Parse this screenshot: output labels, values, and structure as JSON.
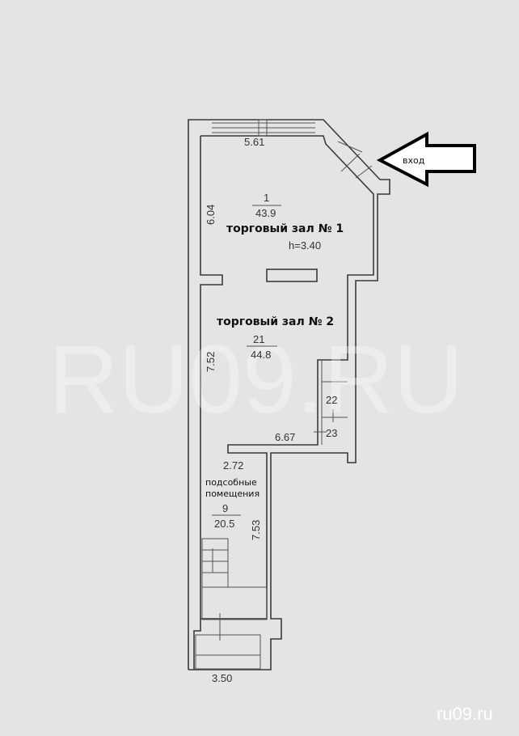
{
  "plan": {
    "entrance_label": "вход",
    "ceiling_height": "h=3.40",
    "rooms": [
      {
        "number": "1",
        "area": "43.9",
        "name": "торговый зал № 1"
      },
      {
        "number": "21",
        "area": "44.8",
        "name": "торговый зал № 2"
      },
      {
        "number": "22"
      },
      {
        "number": "23"
      },
      {
        "number": "9",
        "area": "20.5",
        "name_line1": "подсобные",
        "name_line2": "помещения"
      }
    ],
    "dimensions": {
      "top": "5.61",
      "hall1_left": "6.04",
      "hall2_left": "7.52",
      "hall2_bottom": "6.67",
      "utility_width": "2.72",
      "utility_right": "7.53",
      "bottom": "3.50"
    }
  },
  "watermark": "RU09.RU",
  "brand": "ru09.ru"
}
